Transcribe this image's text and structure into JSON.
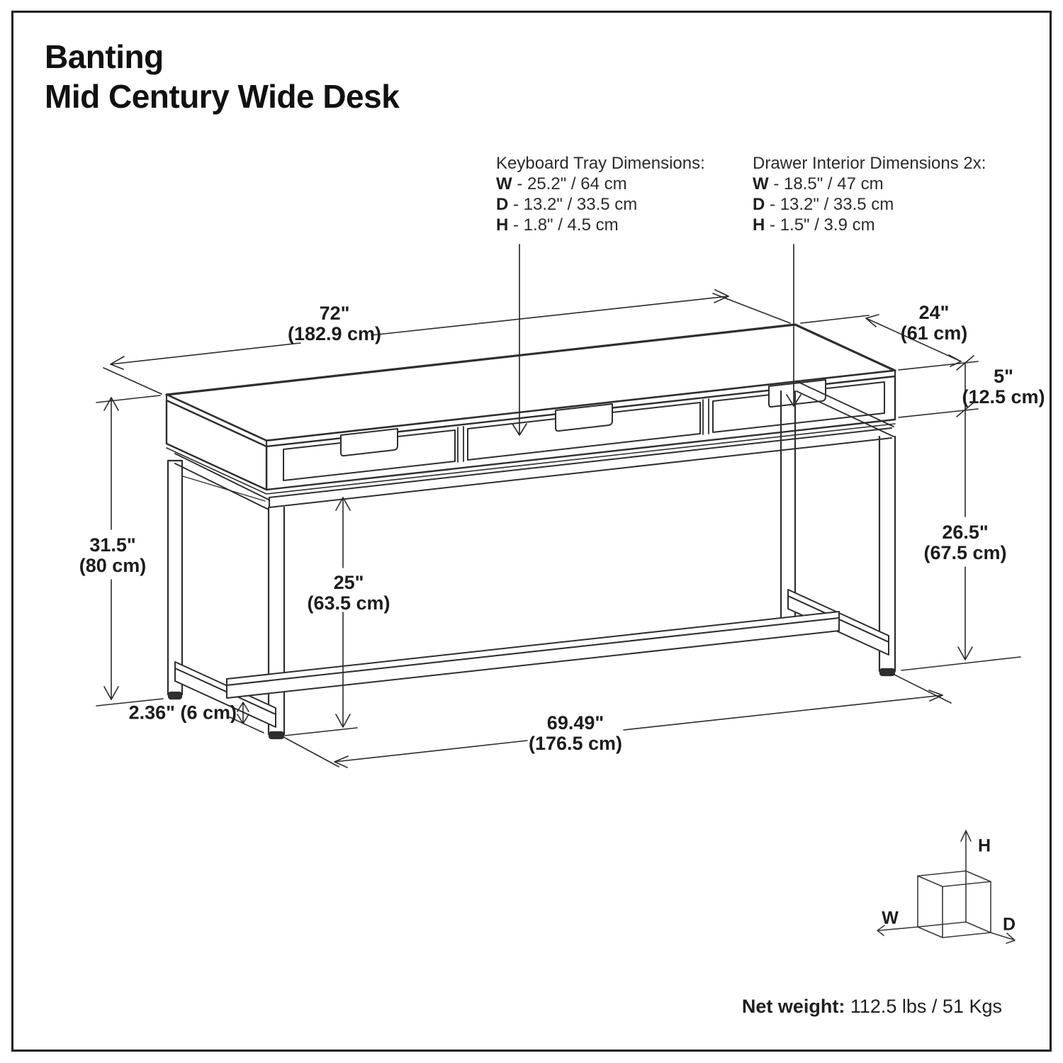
{
  "title": {
    "line1": "Banting",
    "line2": "Mid Century Wide Desk"
  },
  "specs": {
    "keyboard": {
      "heading": "Keyboard Tray Dimensions:",
      "rows": [
        {
          "k": "W",
          "v": " - 25.2\" / 64 cm"
        },
        {
          "k": "D",
          "v": " - 13.2\" / 33.5 cm"
        },
        {
          "k": "H",
          "v": " - 1.8\" / 4.5 cm"
        }
      ]
    },
    "drawer": {
      "heading": "Drawer Interior Dimensions 2x:",
      "rows": [
        {
          "k": "W",
          "v": " - 18.5\" / 47 cm"
        },
        {
          "k": "D",
          "v": " - 13.2\" / 33.5 cm"
        },
        {
          "k": "H",
          "v": " - 1.5\" / 3.9 cm"
        }
      ]
    }
  },
  "dimensions": {
    "width": {
      "in": "72\"",
      "cm": "(182.9 cm)"
    },
    "depth": {
      "in": "24\"",
      "cm": "(61 cm)"
    },
    "apron": {
      "in": "5\"",
      "cm": "(12.5 cm)"
    },
    "height": {
      "in": "31.5\"",
      "cm": "(80 cm)"
    },
    "clearance": {
      "in": "25\"",
      "cm": "(63.5 cm)"
    },
    "leg": {
      "in": "26.5\"",
      "cm": "(67.5 cm)"
    },
    "stretcher": {
      "label": "2.36\" (6 cm)"
    },
    "base_width": {
      "in": "69.49\"",
      "cm": "(176.5 cm)"
    }
  },
  "axes": {
    "w": "W",
    "h": "H",
    "d": "D"
  },
  "footer": {
    "net_weight_label": "Net weight:",
    "net_weight_value": " 112.5 lbs / 51 Kgs"
  },
  "colors": {
    "ink": "#1c1c1c",
    "line": "#2e2e2e",
    "background": "#ffffff"
  }
}
